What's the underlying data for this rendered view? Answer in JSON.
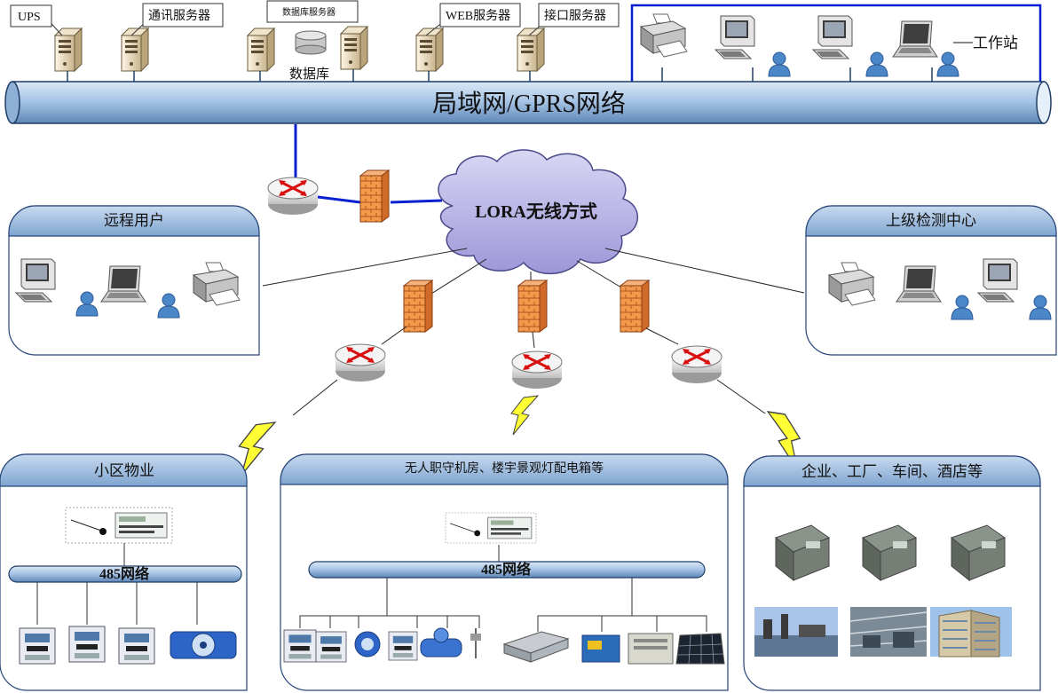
{
  "servers": {
    "ups": "UPS",
    "comm": "通讯服务器",
    "db_server": "数据库服务器",
    "db": "数据库",
    "web": "WEB服务器",
    "iface": "接口服务器"
  },
  "workstation": "工作站",
  "backbone": "局域网/GPRS网络",
  "cloud": "LORA无线方式",
  "remote": {
    "title": "远程用户"
  },
  "upper": {
    "title": "上级检测中心"
  },
  "sites": {
    "community": {
      "title": "小区物业",
      "bus": "485网络"
    },
    "unmanned": {
      "title": "无人职守机房、楼宇景观灯配电箱等",
      "bus": "485网络"
    },
    "enterprise": {
      "title": "企业、工厂、车间、酒店等"
    }
  },
  "colors": {
    "pipe": "#9fc0e2",
    "pipe_stroke": "#1f3d66",
    "blue_link": "#0a1fd0",
    "firewall": "#f08a3c",
    "cloud": "#b9b4e6",
    "lightning": "#ffff33",
    "panel_header": "#8fb2d9"
  }
}
